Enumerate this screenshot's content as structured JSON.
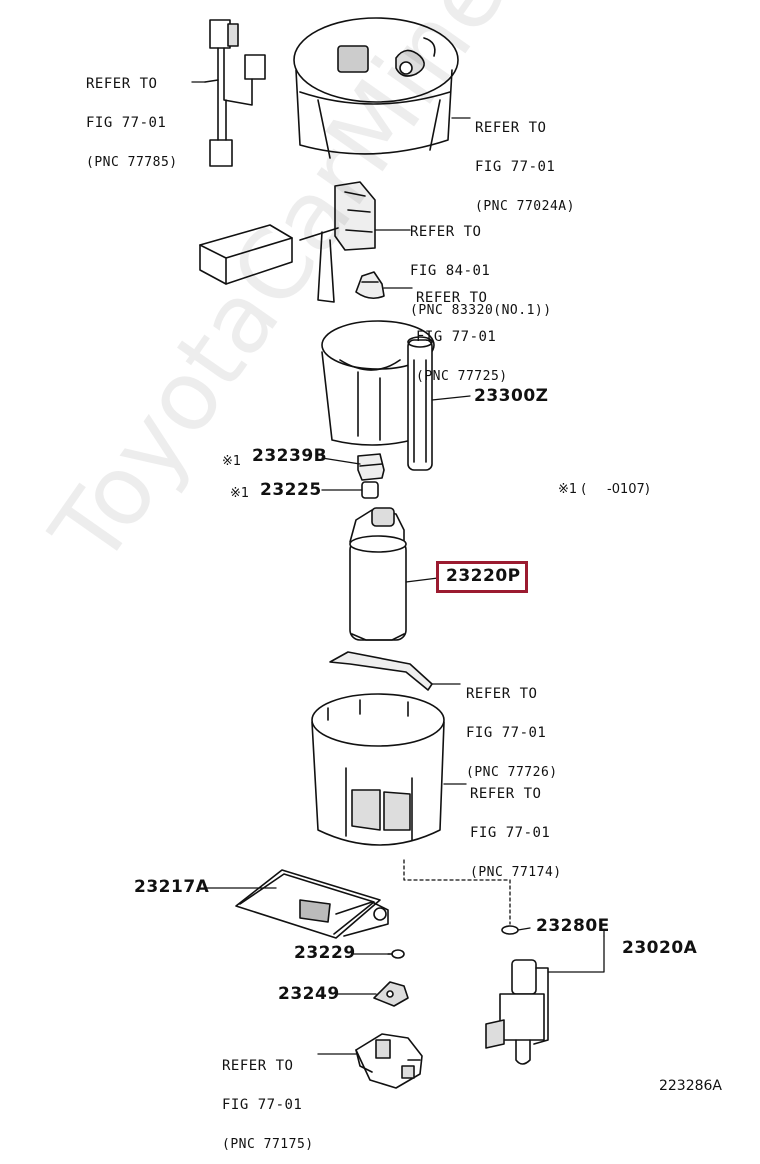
{
  "refers": [
    {
      "line1": "REFER TO",
      "line2": "FIG 77-01",
      "line3": "(PNC 77785)"
    },
    {
      "line1": "REFER TO",
      "line2": "FIG 77-01",
      "line3": "(PNC 77024A)"
    },
    {
      "line1": "REFER TO",
      "line2": "FIG 84-01",
      "line3": "(PNC 83320(NO.1))"
    },
    {
      "line1": "REFER TO",
      "line2": "FIG 77-01",
      "line3": "(PNC 77725)"
    },
    {
      "line1": "REFER TO",
      "line2": "FIG 77-01",
      "line3": "(PNC 77726)"
    },
    {
      "line1": "REFER TO",
      "line2": "FIG 77-01",
      "line3": "(PNC 77174)"
    },
    {
      "line1": "REFER TO",
      "line2": "FIG 77-01",
      "line3": "(PNC 77175)"
    }
  ],
  "parts": {
    "p23300Z": "23300Z",
    "p23239B": "23239B",
    "p23225": "23225",
    "p23220P": "23220P",
    "p23217A": "23217A",
    "p23229": "23229",
    "p23249": "23249",
    "p23280E": "23280E",
    "p23020A": "23020A"
  },
  "marks": {
    "m1": "※1",
    "m2": "※1",
    "note": "※1 (     -0107)"
  },
  "watermark": "ToyotaCarMine.ru",
  "diagram_code": "223286A",
  "colors": {
    "highlight": "#9b1b30",
    "line": "#111111"
  }
}
